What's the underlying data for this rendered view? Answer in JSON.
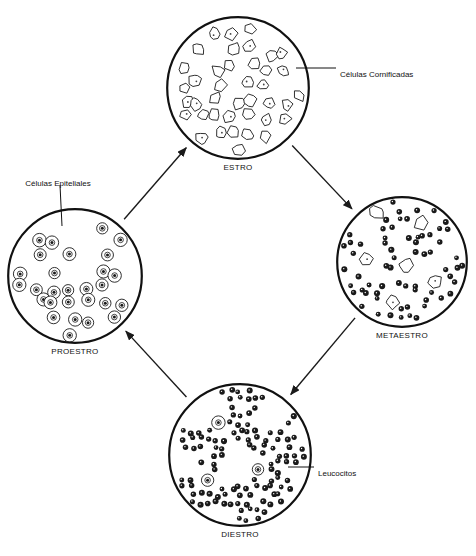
{
  "diagram": {
    "nodes": [
      {
        "text": [
          "ESTRO"
        ]
      },
      {
        "text": [
          "PROESTRO"
        ]
      },
      {
        "text": [
          "METAESTRO"
        ]
      },
      {
        "text": [
          "DIESTRO"
        ]
      }
    ],
    "edges": [
      {
        "from": 0,
        "to": 2,
        "arrow": "to"
      },
      {
        "from": 2,
        "to": 3,
        "arrow": "to"
      },
      {
        "from": 3,
        "to": 1,
        "arrow": "to"
      },
      {
        "from": 1,
        "to": 0,
        "arrow": "to"
      }
    ],
    "labels": [
      "Células Cornificadas",
      "Células Epiteliales",
      "Leucocitos"
    ]
  }
}
